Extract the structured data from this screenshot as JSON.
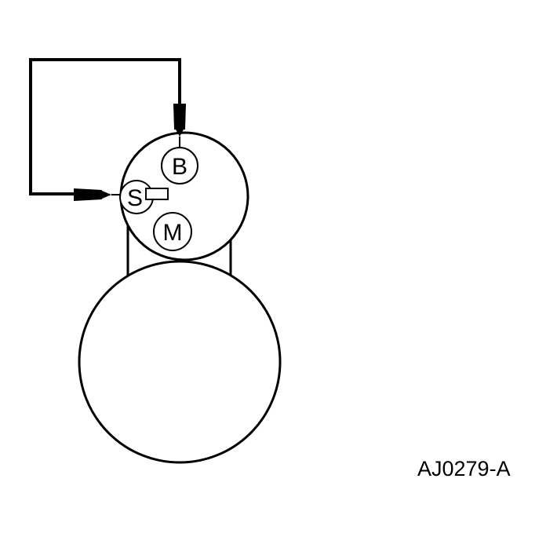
{
  "diagram": {
    "terminals": {
      "b_label": "B",
      "s_label": "S",
      "m_label": "M"
    },
    "figure_code": "AJ0279-A",
    "colors": {
      "stroke": "#000000",
      "background": "#ffffff"
    }
  }
}
